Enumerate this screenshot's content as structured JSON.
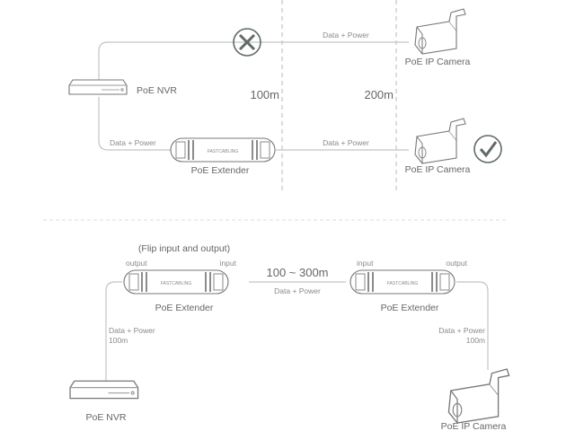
{
  "top": {
    "wire_label_top": "Data + Power",
    "wire_label_nvr": "Data + Power",
    "wire_label_bottom": "Data + Power",
    "nvr_label": "PoE NVR",
    "extender_label": "PoE Extender",
    "camera_top_label": "PoE IP Camera",
    "camera_bottom_label": "PoE IP Camera",
    "distance_1": "100m",
    "distance_2": "200m",
    "fail_icon": "x-circle-icon",
    "ok_icon": "check-circle-icon"
  },
  "bottom": {
    "flip_note": "(Flip input and output)",
    "ext1_left_port": "output",
    "ext1_right_port": "input",
    "ext2_left_port": "input",
    "ext2_right_port": "output",
    "span_distance": "100 ~ 300m",
    "span_label": "Data + Power",
    "extender1_label": "PoE Extender",
    "extender2_label": "PoE Extender",
    "left_wire_label": "Data + Power",
    "left_wire_distance": "100m",
    "right_wire_label": "Data + Power",
    "right_wire_distance": "100m",
    "nvr_label": "PoE NVR",
    "camera_label": "PoE IP Camera"
  },
  "logo_text": "FASTCABLING",
  "colors": {
    "line": "#c4c4c4",
    "icon": "#5f6b64",
    "text": "#666666"
  }
}
